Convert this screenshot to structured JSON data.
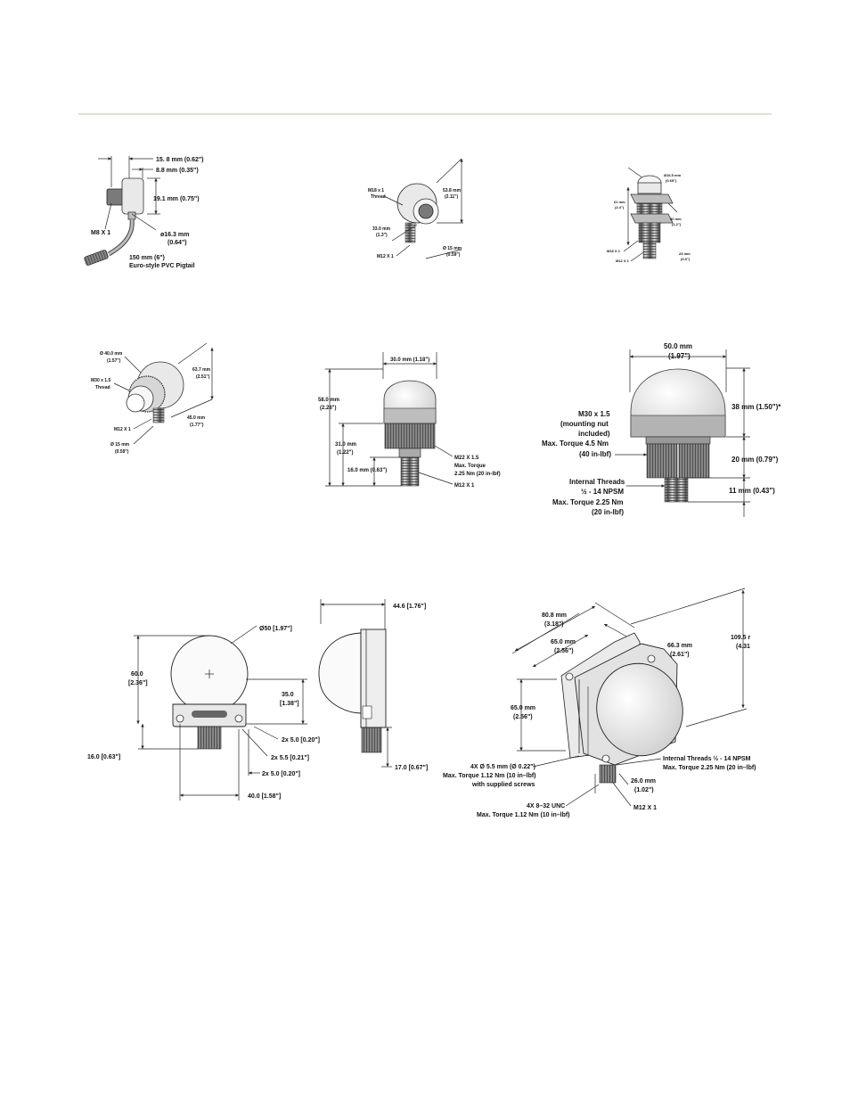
{
  "colors": {
    "header_rule": "#c9dcc2",
    "line": "#222222",
    "body": "#e9e9e9",
    "dark": "#7a7a7a"
  },
  "fig1": {
    "dim_a": "15. 8 mm (0.62\")",
    "dim_b": "8.8 mm (0.35\")",
    "dim_c": "19.1 mm (0.75\")",
    "thread": "M8 X 1",
    "dia1": "ø16.3 mm",
    "dia2": "(0.64\")",
    "pig1": "150 mm (6\")",
    "pig2": "Euro-style PVC Pigtail"
  },
  "fig2": {
    "thread1": "M18 x 1",
    "thread2": "Thread",
    "h1": "53.8 mm",
    "h2": "(2.11\")",
    "w1": "33.0 mm",
    "w2": "(1.3\")",
    "conn": "M12 X 1",
    "d1": "Ø 15 mm",
    "d2": "(0.59\")"
  },
  "fig3": {
    "d1": "Ø16.5 mm",
    "d2": "(0.65\")",
    "h1": "61 mm",
    "h2": "(2.4\")",
    "m1": "30 mm",
    "m2": "(1.2\")",
    "b1": "23 mm",
    "b2": "(0.9\")",
    "t1": "M18 X 1",
    "t2": "M12 X 1"
  },
  "fig4": {
    "d1": "Ø 40.0 mm",
    "d2": "(1.57\")",
    "t1": "M30 x 1.5",
    "t2": "Thread",
    "h1": "63.7 mm",
    "h2": "(2.51\")",
    "conn": "M12 X 1",
    "w1": "45.0 mm",
    "w2": "(1.77\")",
    "s1": "Ø 15 mm",
    "s2": "(0.59\")"
  },
  "fig5": {
    "top": "30.0 mm (1.18\")",
    "h1": "58.0 mm",
    "h2": "(2.28\")",
    "m1": "31.0 mm",
    "m2": "(1.22\")",
    "b": "16.0 mm (0.63\")",
    "t1": "M22 X 1.5",
    "t2": "Max. Torque",
    "t3": "2.25 Nm (20 in-lbf)",
    "conn": "M12 X 1"
  },
  "fig6": {
    "w1": "50.0 mm",
    "w2": "(1.97\")",
    "dome": "38 mm (1.50\")*",
    "n1": "M30 x 1.5",
    "n2": "(mounting nut",
    "n3": "included)",
    "n4": "Max. Torque 4.5 Nm",
    "n5": "(40 in-lbf)",
    "mid": "20 mm (0.79\")",
    "i1": "Internal Threads",
    "i2": "½ - 14 NPSM",
    "i3": "Max. Torque 2.25 Nm",
    "i4": "(20 in-lbf)",
    "bot": "11 mm (0.43\")"
  },
  "fig7": {
    "dia": "Ø50 [1.97\"]",
    "h1": "60.0",
    "h2": "[2.36\"]",
    "m1": "35.0",
    "m2": "[1.38\"]",
    "a": "2x 5.0 [0.20\"]",
    "b": "2x 5.5 [0.21\"]",
    "c": "2x 5.0 [0.20\"]",
    "left": "16.0 [0.63\"]",
    "bottom": "40.0 [1.58\"]"
  },
  "fig8": {
    "top": "44.6 [1.76\"]",
    "bot": "17.0 [0.67\"]"
  },
  "fig9": {
    "w1": "80.8 mm",
    "w2": "(3.18\")",
    "x1": "65.0 mm",
    "x2": "(2.56\")",
    "y1": "66.3 mm",
    "y2": "(2.61\")",
    "h1": "109.5 r",
    "h2": "(4.31",
    "v1": "65.0 mm",
    "v2": "(2.56\")",
    "s1": "4X Ø 5.5 mm (Ø 0.22\")",
    "s2": "Max. Torque 1.12 Nm (10 in–lbf)",
    "s3": "with supplied screws",
    "i1": "Internal Threads ½ - 14 NPSM",
    "i2": "Max. Torque 2.25 Nm (20 in–lbf)",
    "c1": "26.0 mm",
    "c2": "(1.02\")",
    "u1": "4X 8–32 UNC",
    "u2": "Max. Torque 1.12 Nm (10 in–lbf)",
    "conn": "M12 X 1"
  }
}
